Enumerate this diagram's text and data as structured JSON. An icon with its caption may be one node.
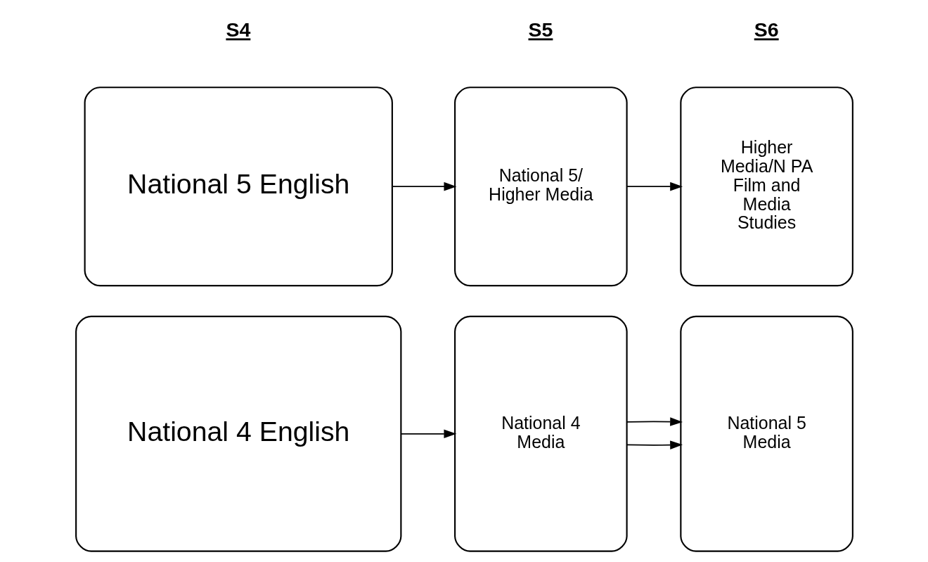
{
  "diagram": {
    "nodes": [
      {
        "text": [
          "National 4 English"
        ]
      },
      {
        "text": [
          "National 4 Media"
        ]
      },
      {
        "text": [
          "National 5 Media"
        ]
      },
      {
        "text": [
          "National 5 English"
        ]
      },
      {
        "text": [
          "National 5/ Higher Media"
        ]
      },
      {
        "text": [
          "Higher Media/N PA Film and Media Studies"
        ]
      }
    ],
    "edges": [
      {
        "from": 0,
        "to": 1,
        "arrow": "to"
      },
      {
        "from": 1,
        "to": 2,
        "arrow": "to"
      },
      {
        "from": 1,
        "to": 2,
        "arrow": "to"
      },
      {
        "from": 3,
        "to": 4,
        "arrow": "to"
      },
      {
        "from": 4,
        "to": 5,
        "arrow": "to"
      }
    ],
    "labels": [
      "S4",
      "S5",
      "S6"
    ]
  }
}
